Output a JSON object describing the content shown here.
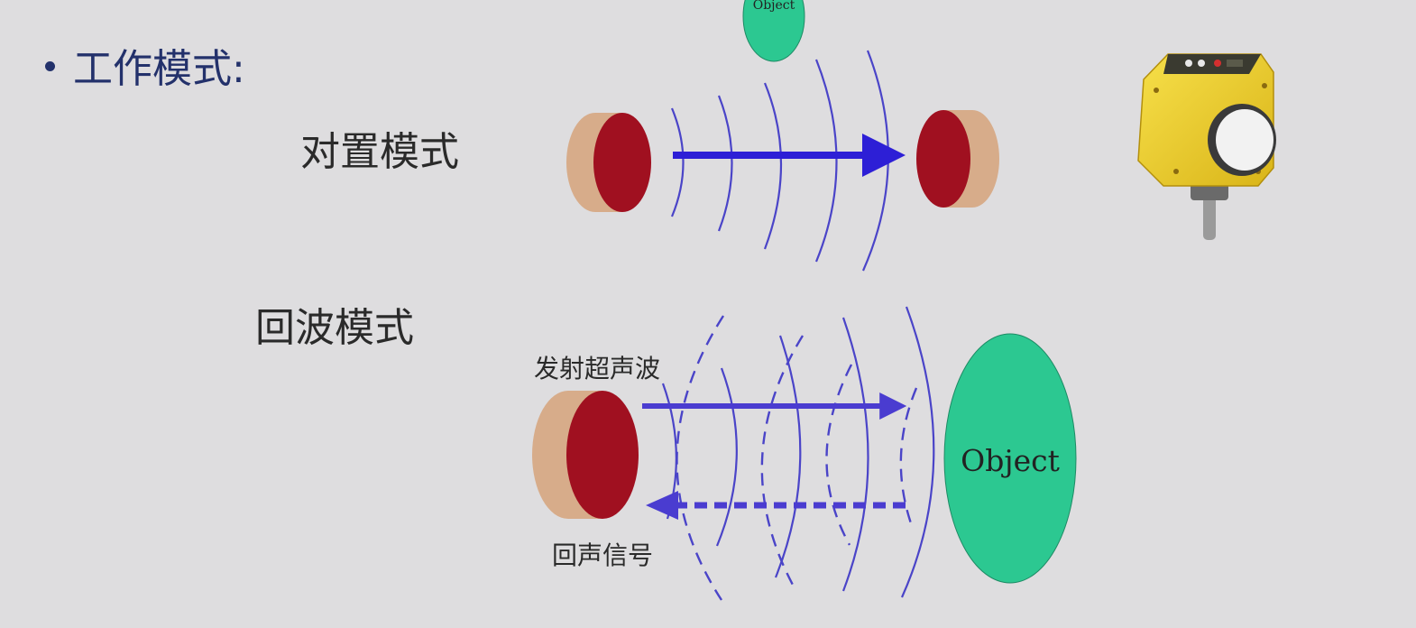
{
  "heading": {
    "text": "工作模式:"
  },
  "modes": {
    "through_beam": {
      "label": "对置模式"
    },
    "echo": {
      "label": "回波模式"
    }
  },
  "captions": {
    "transmit": "发射超声波",
    "echo_signal": "回声信号"
  },
  "objects": {
    "top_label": "Object",
    "echo_label": "Object"
  },
  "colors": {
    "wave": "#4a44c8",
    "arrow": "#2d1fd6",
    "transducer_face": "#a01020",
    "transducer_body": "#d7ac8a",
    "object": "#2cc891",
    "heading": "#23316b",
    "sensor_body": "#f2d22a"
  }
}
